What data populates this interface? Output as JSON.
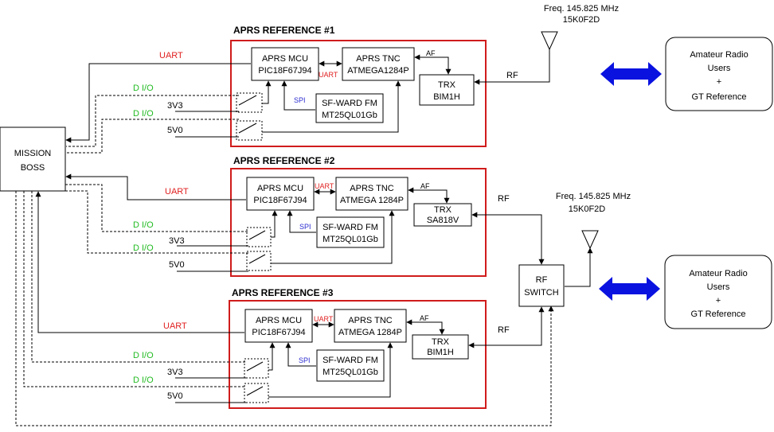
{
  "mission_boss": "MISSION\nBOSS",
  "user_box": {
    "line1": "Amateur Radio",
    "line2": "Users",
    "line3": "+",
    "line4": "GT Reference"
  },
  "freq_top": {
    "line1": "Freq. 145.825 MHz",
    "line2": "15K0F2D"
  },
  "freq_mid": {
    "line1": "Freq.  145.825 MHz",
    "line2": "15K0F2D"
  },
  "rf_switch": {
    "line1": "RF",
    "line2": "SWITCH"
  },
  "labels": {
    "uart": "UART",
    "dio": "D I/O",
    "v33": "3V3",
    "v50": "5V0",
    "spi": "SPI",
    "af": "AF",
    "rf": "RF"
  },
  "refs": [
    {
      "title": "APRS REFERENCE  #1",
      "mcu": {
        "line1": "APRS MCU",
        "line2": "PIC18F67J94"
      },
      "tnc": {
        "line1": "APRS TNC",
        "line2": "ATMEGA1284P"
      },
      "flash": {
        "line1": "SF-WARD FM",
        "line2": "MT25QL01Gb"
      },
      "trx": {
        "line1": "TRX",
        "line2": "BIM1H"
      }
    },
    {
      "title": "APRS REFERENCE #2",
      "mcu": {
        "line1": "APRS MCU",
        "line2": "PIC18F67J94"
      },
      "tnc": {
        "line1": "APRS TNC",
        "line2": "ATMEGA 1284P"
      },
      "flash": {
        "line1": "SF-WARD FM",
        "line2": "MT25QL01Gb"
      },
      "trx": {
        "line1": "TRX",
        "line2": "SA818V"
      }
    },
    {
      "title": "APRS REFERENCE #3",
      "mcu": {
        "line1": "APRS MCU",
        "line2": "PIC18F67J94"
      },
      "tnc": {
        "line1": "APRS TNC",
        "line2": "ATMEGA 1284P"
      },
      "flash": {
        "line1": "SF-WARD FM",
        "line2": "MT25QL01Gb"
      },
      "trx": {
        "line1": "TRX",
        "line2": "BIM1H"
      }
    }
  ],
  "colors": {
    "ref_border": "#d01c1c",
    "uart_text": "#e02020",
    "dio_text": "#22bb22",
    "spi_text": "#2b2bd0",
    "arrow_fill": "#0a12e0"
  }
}
